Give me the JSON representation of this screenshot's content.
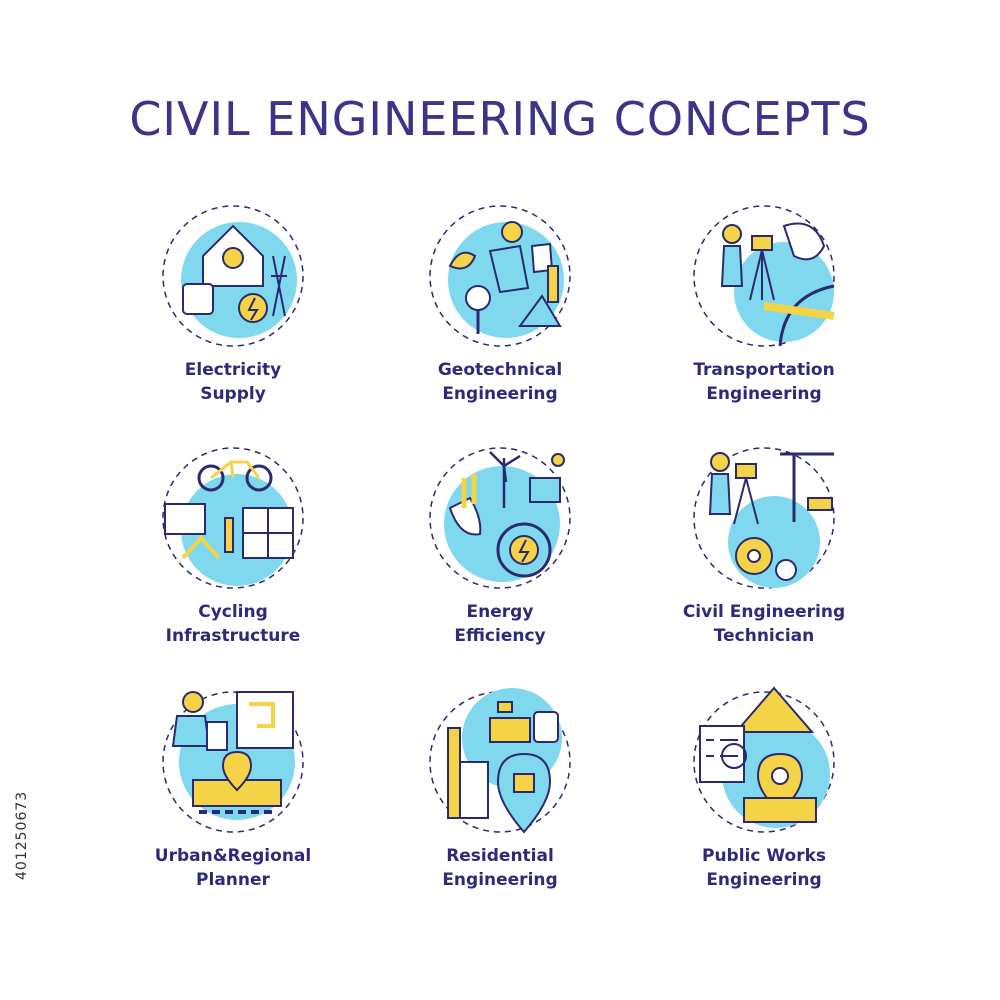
{
  "title": "CIVIL ENGINEERING CONCEPTS",
  "colors": {
    "navy": "#2e2a7a",
    "blue": "#7fd8ee",
    "yellow": "#f5d347",
    "line": "#2b2a6e"
  },
  "concepts": [
    {
      "line1": "Electricity",
      "line2": "Supply",
      "icon": "electricity-icon"
    },
    {
      "line1": "Geotechnical",
      "line2": "Engineering",
      "icon": "geotechnical-icon"
    },
    {
      "line1": "Transportation",
      "line2": "Engineering",
      "icon": "transportation-icon"
    },
    {
      "line1": "Cycling",
      "line2": "Infrastructure",
      "icon": "cycling-icon"
    },
    {
      "line1": "Energy",
      "line2": "Efficiency",
      "icon": "energy-icon"
    },
    {
      "line1": "Civil Engineering",
      "line2": "Technician",
      "icon": "technician-icon"
    },
    {
      "line1": "Urban&Regional",
      "line2": "Planner",
      "icon": "planner-icon"
    },
    {
      "line1": "Residential",
      "line2": "Engineering",
      "icon": "residential-icon"
    },
    {
      "line1": "Public Works",
      "line2": "Engineering",
      "icon": "public-works-icon"
    }
  ],
  "stock_id": "401250673"
}
